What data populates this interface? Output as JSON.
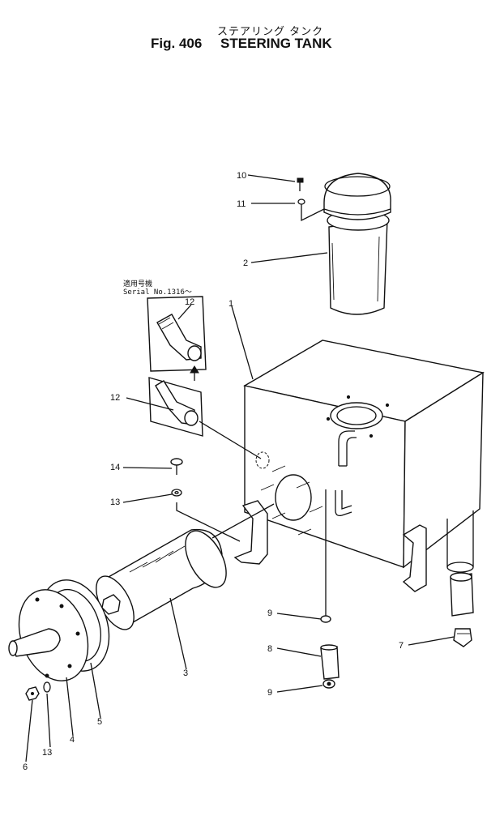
{
  "title": {
    "japanese": "ステアリング タンク",
    "figure": "Fig. 406",
    "name": "STEERING TANK"
  },
  "serial_note": {
    "line1": "適用号機",
    "line2": "Serial No.1316～"
  },
  "callouts": [
    {
      "id": "1",
      "text": "1"
    },
    {
      "id": "2",
      "text": "2"
    },
    {
      "id": "3",
      "text": "3"
    },
    {
      "id": "4",
      "text": "4"
    },
    {
      "id": "5",
      "text": "5"
    },
    {
      "id": "6",
      "text": "6"
    },
    {
      "id": "7",
      "text": "7"
    },
    {
      "id": "8",
      "text": "8"
    },
    {
      "id": "9a",
      "text": "9"
    },
    {
      "id": "9b",
      "text": "9"
    },
    {
      "id": "10",
      "text": "10"
    },
    {
      "id": "11",
      "text": "11"
    },
    {
      "id": "12a",
      "text": "12"
    },
    {
      "id": "12b",
      "text": "12"
    },
    {
      "id": "13a",
      "text": "13"
    },
    {
      "id": "13b",
      "text": "13"
    },
    {
      "id": "14",
      "text": "14"
    }
  ]
}
